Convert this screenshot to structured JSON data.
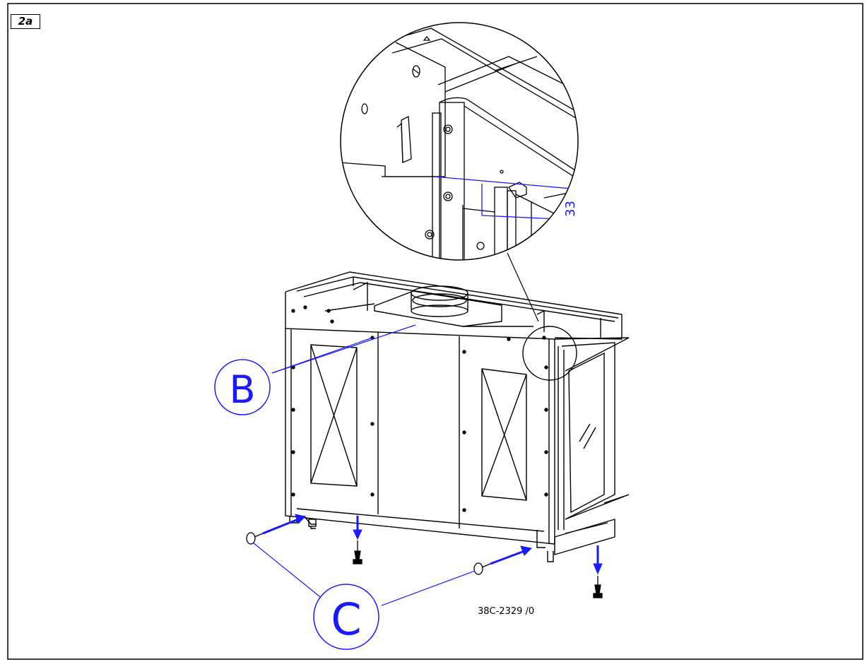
{
  "figure": {
    "tag": "2a",
    "drawing_number": "38C-2329 /0"
  },
  "callouts": {
    "b": "B",
    "c": "C",
    "dimension": "33"
  },
  "colors": {
    "line": "#000000",
    "annotation_blue": "#1a1aff",
    "background": "#ffffff"
  }
}
